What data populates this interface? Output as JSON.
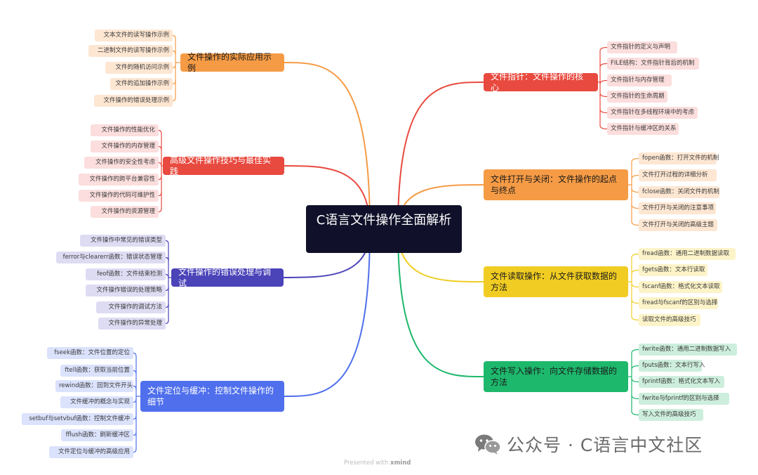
{
  "root": {
    "title": "C语言文件操作全面解析"
  },
  "branches": [
    {
      "id": "b0",
      "label": "文件指针：文件操作的核心",
      "color": "#e84a3f",
      "leaf_bg": "#fbdedd",
      "text_light": true,
      "children": [
        "文件指针的定义与声明",
        "FILE结构：文件指针背后的机制",
        "文件指针与内存管理",
        "文件指针的生命周期",
        "文件指针在多线程环境中的考虑",
        "文件指针与缓冲区的关系"
      ]
    },
    {
      "id": "b1",
      "label": "文件打开与关闭：文件操作的起点与终点",
      "color": "#f59b45",
      "leaf_bg": "#fde6d2",
      "text_light": false,
      "children": [
        "fopen函数：打开文件的机制",
        "文件打开过程的详细分析",
        "fclose函数：关闭文件的机制",
        "文件打开与关闭的注意事项",
        "文件打开与关闭的高级主题"
      ]
    },
    {
      "id": "b2",
      "label": "文件读取操作：从文件获取数据的方法",
      "color": "#f1cd23",
      "leaf_bg": "#fcf3c8",
      "text_light": false,
      "children": [
        "fread函数：通用二进制数据读取",
        "fgets函数：文本行读取",
        "fscanf函数：格式化文本读取",
        "fread与fscanf的区别与选择",
        "读取文件的高级技巧"
      ]
    },
    {
      "id": "b3",
      "label": "文件写入操作：向文件存储数据的方法",
      "color": "#1db86c",
      "leaf_bg": "#cdeedc",
      "text_light": false,
      "children": [
        "fwrite函数：通用二进制数据写入",
        "fputs函数：文本行写入",
        "fprintf函数：格式化文本写入",
        "fwrite与fprintf的区别与选择",
        "写入文件的高级技巧"
      ]
    },
    {
      "id": "b4",
      "label": "文件操作的实际应用示例",
      "color": "#f59b45",
      "leaf_bg": "#fde6d2",
      "text_light": false,
      "children": [
        "文本文件的读写操作示例",
        "二进制文件的读写操作示例",
        "文件的随机访问示例",
        "文件的追加操作示例",
        "文件操作的错误处理示例"
      ]
    },
    {
      "id": "b5",
      "label": "高级文件操作技巧与最佳实践",
      "color": "#e84a3f",
      "leaf_bg": "#fbdedd",
      "text_light": true,
      "children": [
        "文件操作的性能优化",
        "文件操作的内存管理",
        "文件操作的安全性考虑",
        "文件操作的跨平台兼容性",
        "文件操作的代码可维护性",
        "文件操作的资源管理"
      ]
    },
    {
      "id": "b6",
      "label": "文件操作的错误处理与调试",
      "color": "#4b43b8",
      "leaf_bg": "#dedcf3",
      "text_light": true,
      "children": [
        "文件操作中常见的错误类型",
        "ferror与clearerr函数：错误状态管理",
        "feof函数：文件结束检测",
        "文件操作错误的处理策略",
        "文件操作的调试方法",
        "文件操作的异常处理"
      ]
    },
    {
      "id": "b7",
      "label": "文件定位与缓冲：控制文件操作的细节",
      "color": "#4f6fed",
      "leaf_bg": "#dbe2fc",
      "text_light": true,
      "children": [
        "fseek函数：文件位置的定位",
        "ftell函数：获取当前位置",
        "rewind函数：回到文件开头",
        "文件缓冲的概念与实现",
        "setbuf与setvbuf函数：控制文件缓冲",
        "fflush函数：刷新缓冲区",
        "文件定位与缓冲的高级应用"
      ]
    }
  ],
  "watermark": {
    "text": "公众号 · C语言中文社区",
    "icon": "wechat-icon"
  },
  "credit": {
    "prefix": "Presented with",
    "brand": "xmind"
  }
}
